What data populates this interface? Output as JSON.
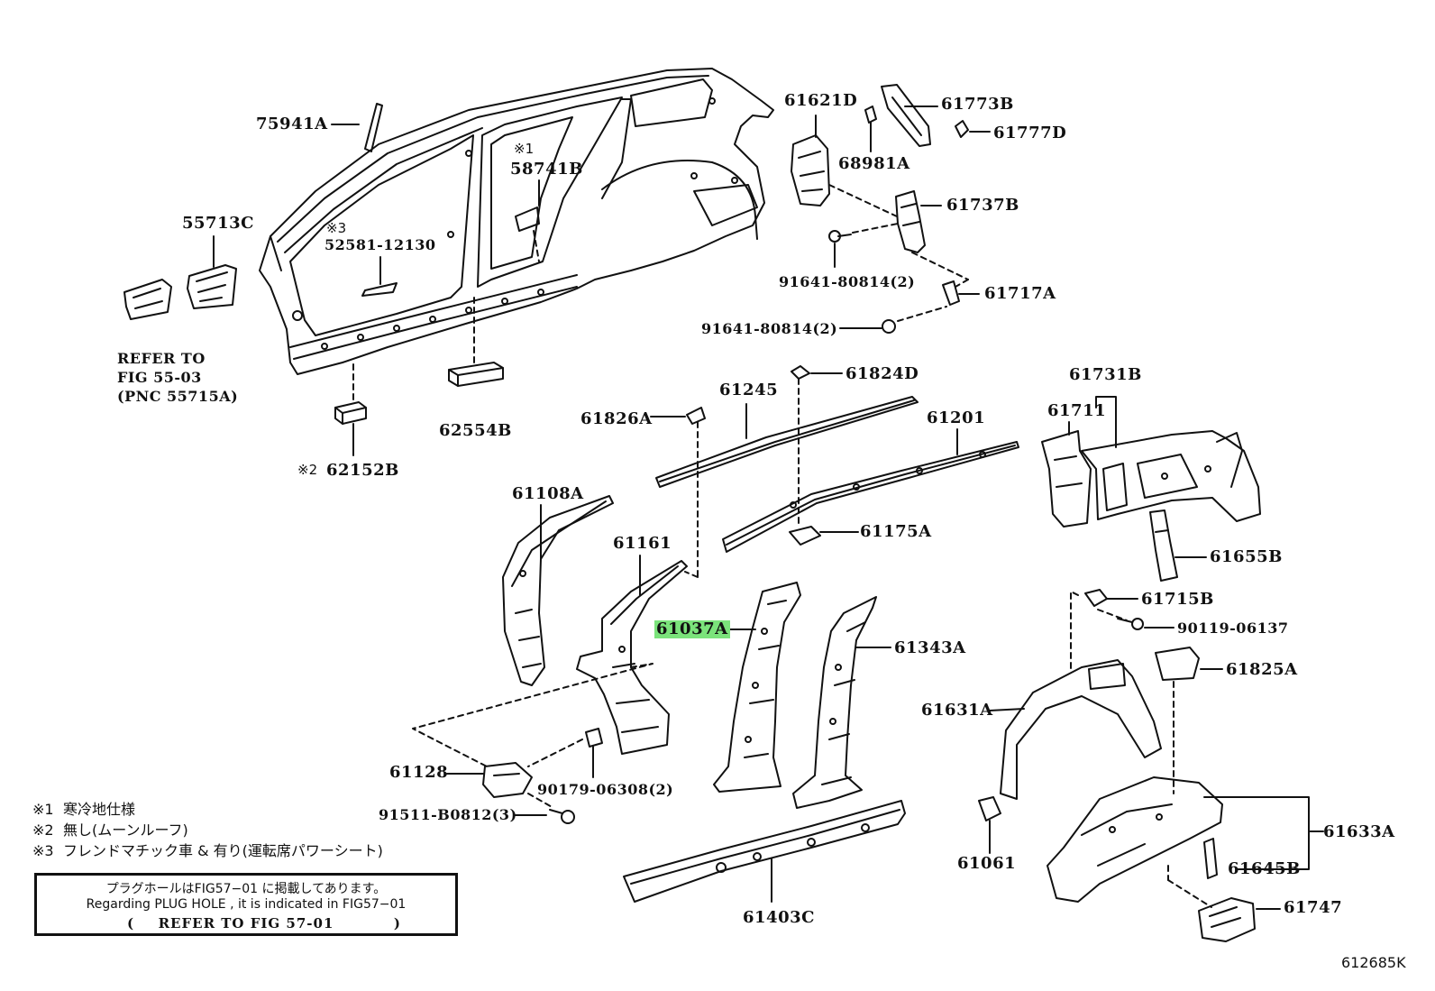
{
  "parts": [
    {
      "id": "p75941A",
      "label": "75941A"
    },
    {
      "id": "p58741B",
      "label": "58741B",
      "mark": "※1"
    },
    {
      "id": "p55713C",
      "label": "55713C"
    },
    {
      "id": "p52581",
      "label": "52581-12130",
      "mark": "※3"
    },
    {
      "id": "p62554B",
      "label": "62554B"
    },
    {
      "id": "p62152B",
      "label": "62152B",
      "mark": "※2"
    },
    {
      "id": "p61621D",
      "label": "61621D"
    },
    {
      "id": "p61773B",
      "label": "61773B"
    },
    {
      "id": "p61777D",
      "label": "61777D"
    },
    {
      "id": "p68981A",
      "label": "68981A"
    },
    {
      "id": "p61737B",
      "label": "61737B"
    },
    {
      "id": "p91641a",
      "label": "91641-80814(2)"
    },
    {
      "id": "p61717A",
      "label": "61717A"
    },
    {
      "id": "p91641b",
      "label": "91641-80814(2)"
    },
    {
      "id": "p61824D",
      "label": "61824D"
    },
    {
      "id": "p61245",
      "label": "61245"
    },
    {
      "id": "p61826A",
      "label": "61826A"
    },
    {
      "id": "p61201",
      "label": "61201"
    },
    {
      "id": "p61731B",
      "label": "61731B"
    },
    {
      "id": "p61711",
      "label": "61711"
    },
    {
      "id": "p61108A",
      "label": "61108A"
    },
    {
      "id": "p61161",
      "label": "61161"
    },
    {
      "id": "p61175A",
      "label": "61175A"
    },
    {
      "id": "p61655B",
      "label": "61655B"
    },
    {
      "id": "p61715B",
      "label": "61715B"
    },
    {
      "id": "p90119",
      "label": "90119-06137"
    },
    {
      "id": "p61037A",
      "label": "61037A",
      "highlight": true
    },
    {
      "id": "p61343A",
      "label": "61343A"
    },
    {
      "id": "p61825A",
      "label": "61825A"
    },
    {
      "id": "p61631A",
      "label": "61631A"
    },
    {
      "id": "p61128",
      "label": "61128"
    },
    {
      "id": "p90179",
      "label": "90179-06308(2)"
    },
    {
      "id": "p91511",
      "label": "91511-B0812(3)"
    },
    {
      "id": "p61633A",
      "label": "61633A"
    },
    {
      "id": "p61061",
      "label": "61061"
    },
    {
      "id": "p61645B",
      "label": "61645B"
    },
    {
      "id": "p61747",
      "label": "61747"
    },
    {
      "id": "p61403C",
      "label": "61403C"
    }
  ],
  "refer_note": {
    "line1": "REFER TO",
    "line2": "FIG 55-03",
    "line3": "(PNC 55715A)"
  },
  "legend": [
    {
      "mark": "※1",
      "text": "寒冷地仕様"
    },
    {
      "mark": "※2",
      "text": "無し(ムーンルーフ)"
    },
    {
      "mark": "※3",
      "text": "フレンドマチック車 & 有り(運転席パワーシート)"
    }
  ],
  "notice": {
    "jp": "プラグホールはFIG57−01 に掲載してあります。",
    "en": "Regarding PLUG HOLE , it is indicated in FIG57−01",
    "paren_open": "(",
    "refer": "REFER TO FIG 57-01",
    "paren_close": ")"
  },
  "figure_code": "612685K",
  "colors": {
    "ink": "#111111",
    "highlight": "#7be37b",
    "background": "#ffffff"
  }
}
